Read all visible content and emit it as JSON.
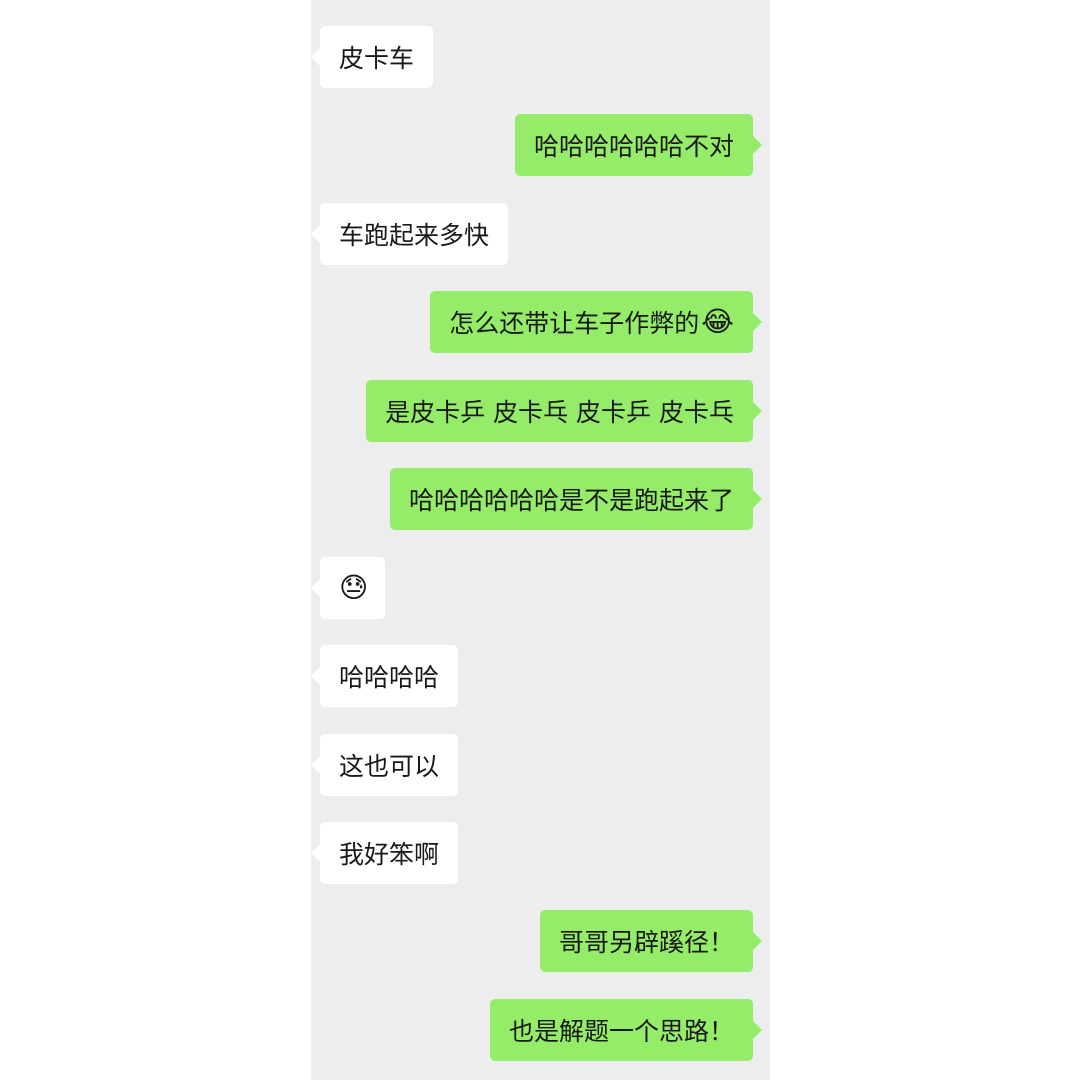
{
  "chat": {
    "messages": [
      {
        "side": "received",
        "text": "皮卡车"
      },
      {
        "side": "sent",
        "text": "哈哈哈哈哈哈不对"
      },
      {
        "side": "received",
        "text": "车跑起来多快"
      },
      {
        "side": "sent",
        "text": "怎么还带让车子作弊的",
        "emoji": "😂"
      },
      {
        "side": "sent",
        "text": "是皮卡乒 皮卡乓 皮卡乒 皮卡乓"
      },
      {
        "side": "sent",
        "text": "哈哈哈哈哈哈是不是跑起来了"
      },
      {
        "side": "received",
        "text": "",
        "emoji": "😓"
      },
      {
        "side": "received",
        "text": "哈哈哈哈"
      },
      {
        "side": "received",
        "text": "这也可以"
      },
      {
        "side": "received",
        "text": "我好笨啊"
      },
      {
        "side": "sent",
        "text": "哥哥另辟蹊径！"
      },
      {
        "side": "sent",
        "text": "也是解题一个思路！"
      }
    ]
  },
  "colors": {
    "panel_background": "#ededed",
    "sent_bubble": "#95ec69",
    "received_bubble": "#ffffff",
    "text": "#191919"
  }
}
